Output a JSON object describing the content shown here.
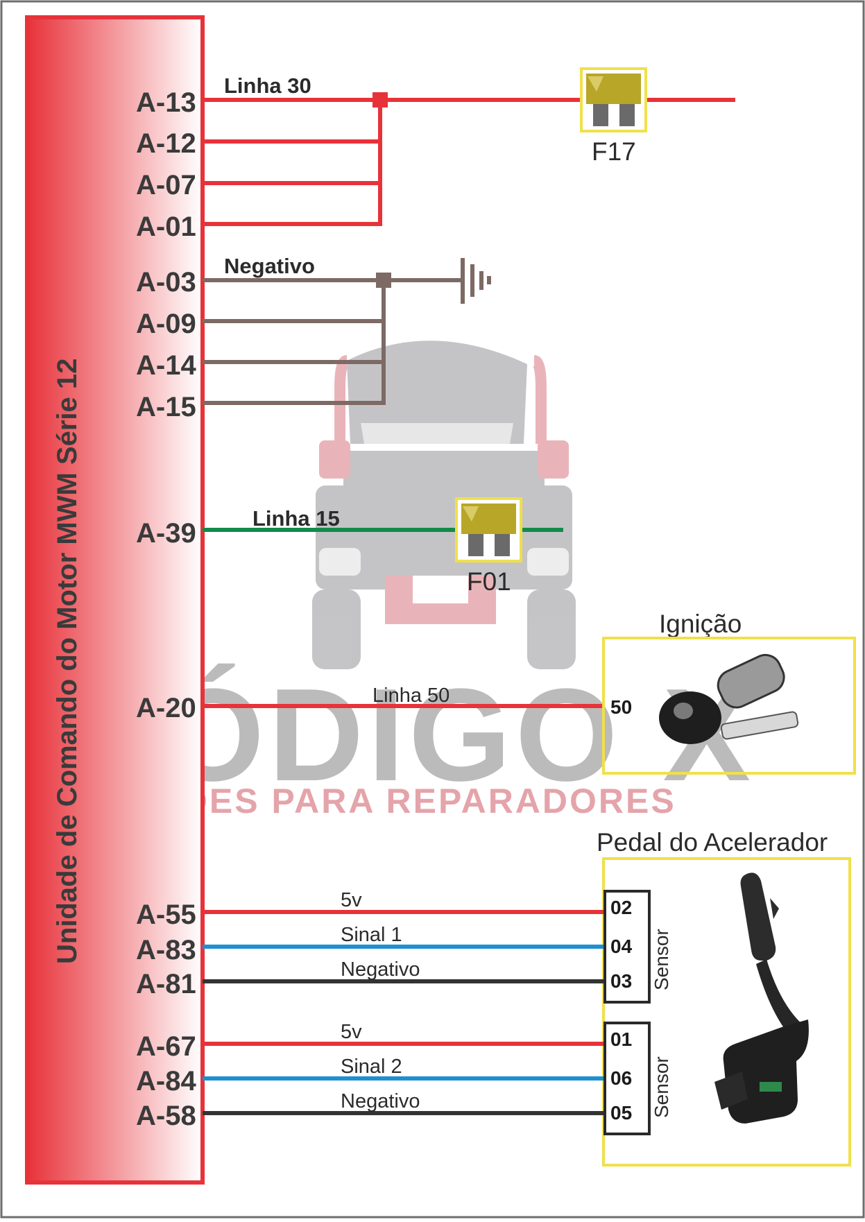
{
  "ecu": {
    "title": "Unidade de Comando do Motor MWM Série 12"
  },
  "colors": {
    "power": "#e8323a",
    "ground": "#7d6a64",
    "line15": "#138a4a",
    "signal": "#1f8fd0",
    "negative": "#333333",
    "fuse_frame": "#f0e04a",
    "box_frame": "#f0e04a"
  },
  "pins": [
    {
      "label": "A-13"
    },
    {
      "label": "A-12"
    },
    {
      "label": "A-07"
    },
    {
      "label": "A-01"
    },
    {
      "label": "A-03"
    },
    {
      "label": "A-09"
    },
    {
      "label": "A-14"
    },
    {
      "label": "A-15"
    },
    {
      "label": "A-39"
    },
    {
      "label": "A-20"
    },
    {
      "label": "A-55"
    },
    {
      "label": "A-83"
    },
    {
      "label": "A-81"
    },
    {
      "label": "A-67"
    },
    {
      "label": "A-84"
    },
    {
      "label": "A-58"
    }
  ],
  "circuits": {
    "linha30": {
      "label": "Linha 30",
      "fuse": "F17"
    },
    "negativo": {
      "label": "Negativo"
    },
    "linha15": {
      "label": "Linha 15",
      "fuse": "F01"
    },
    "linha50": {
      "label": "Linha 50",
      "terminal": "50"
    }
  },
  "ignition": {
    "title": "Ignição"
  },
  "pedal": {
    "title": "Pedal do Acelerador",
    "sensor1": {
      "label": "Sensor",
      "wires": [
        {
          "name": "5v",
          "terminal": "02"
        },
        {
          "name": "Sinal 1",
          "terminal": "04"
        },
        {
          "name": "Negativo",
          "terminal": "03"
        }
      ]
    },
    "sensor2": {
      "label": "Sensor",
      "wires": [
        {
          "name": "5v",
          "terminal": "01"
        },
        {
          "name": "Sinal 2",
          "terminal": "06"
        },
        {
          "name": "Negativo",
          "terminal": "05"
        }
      ]
    }
  },
  "watermark": {
    "brand": "CÓDIGO X",
    "tagline": "SOLUÇÕES PARA REPARADORES"
  }
}
